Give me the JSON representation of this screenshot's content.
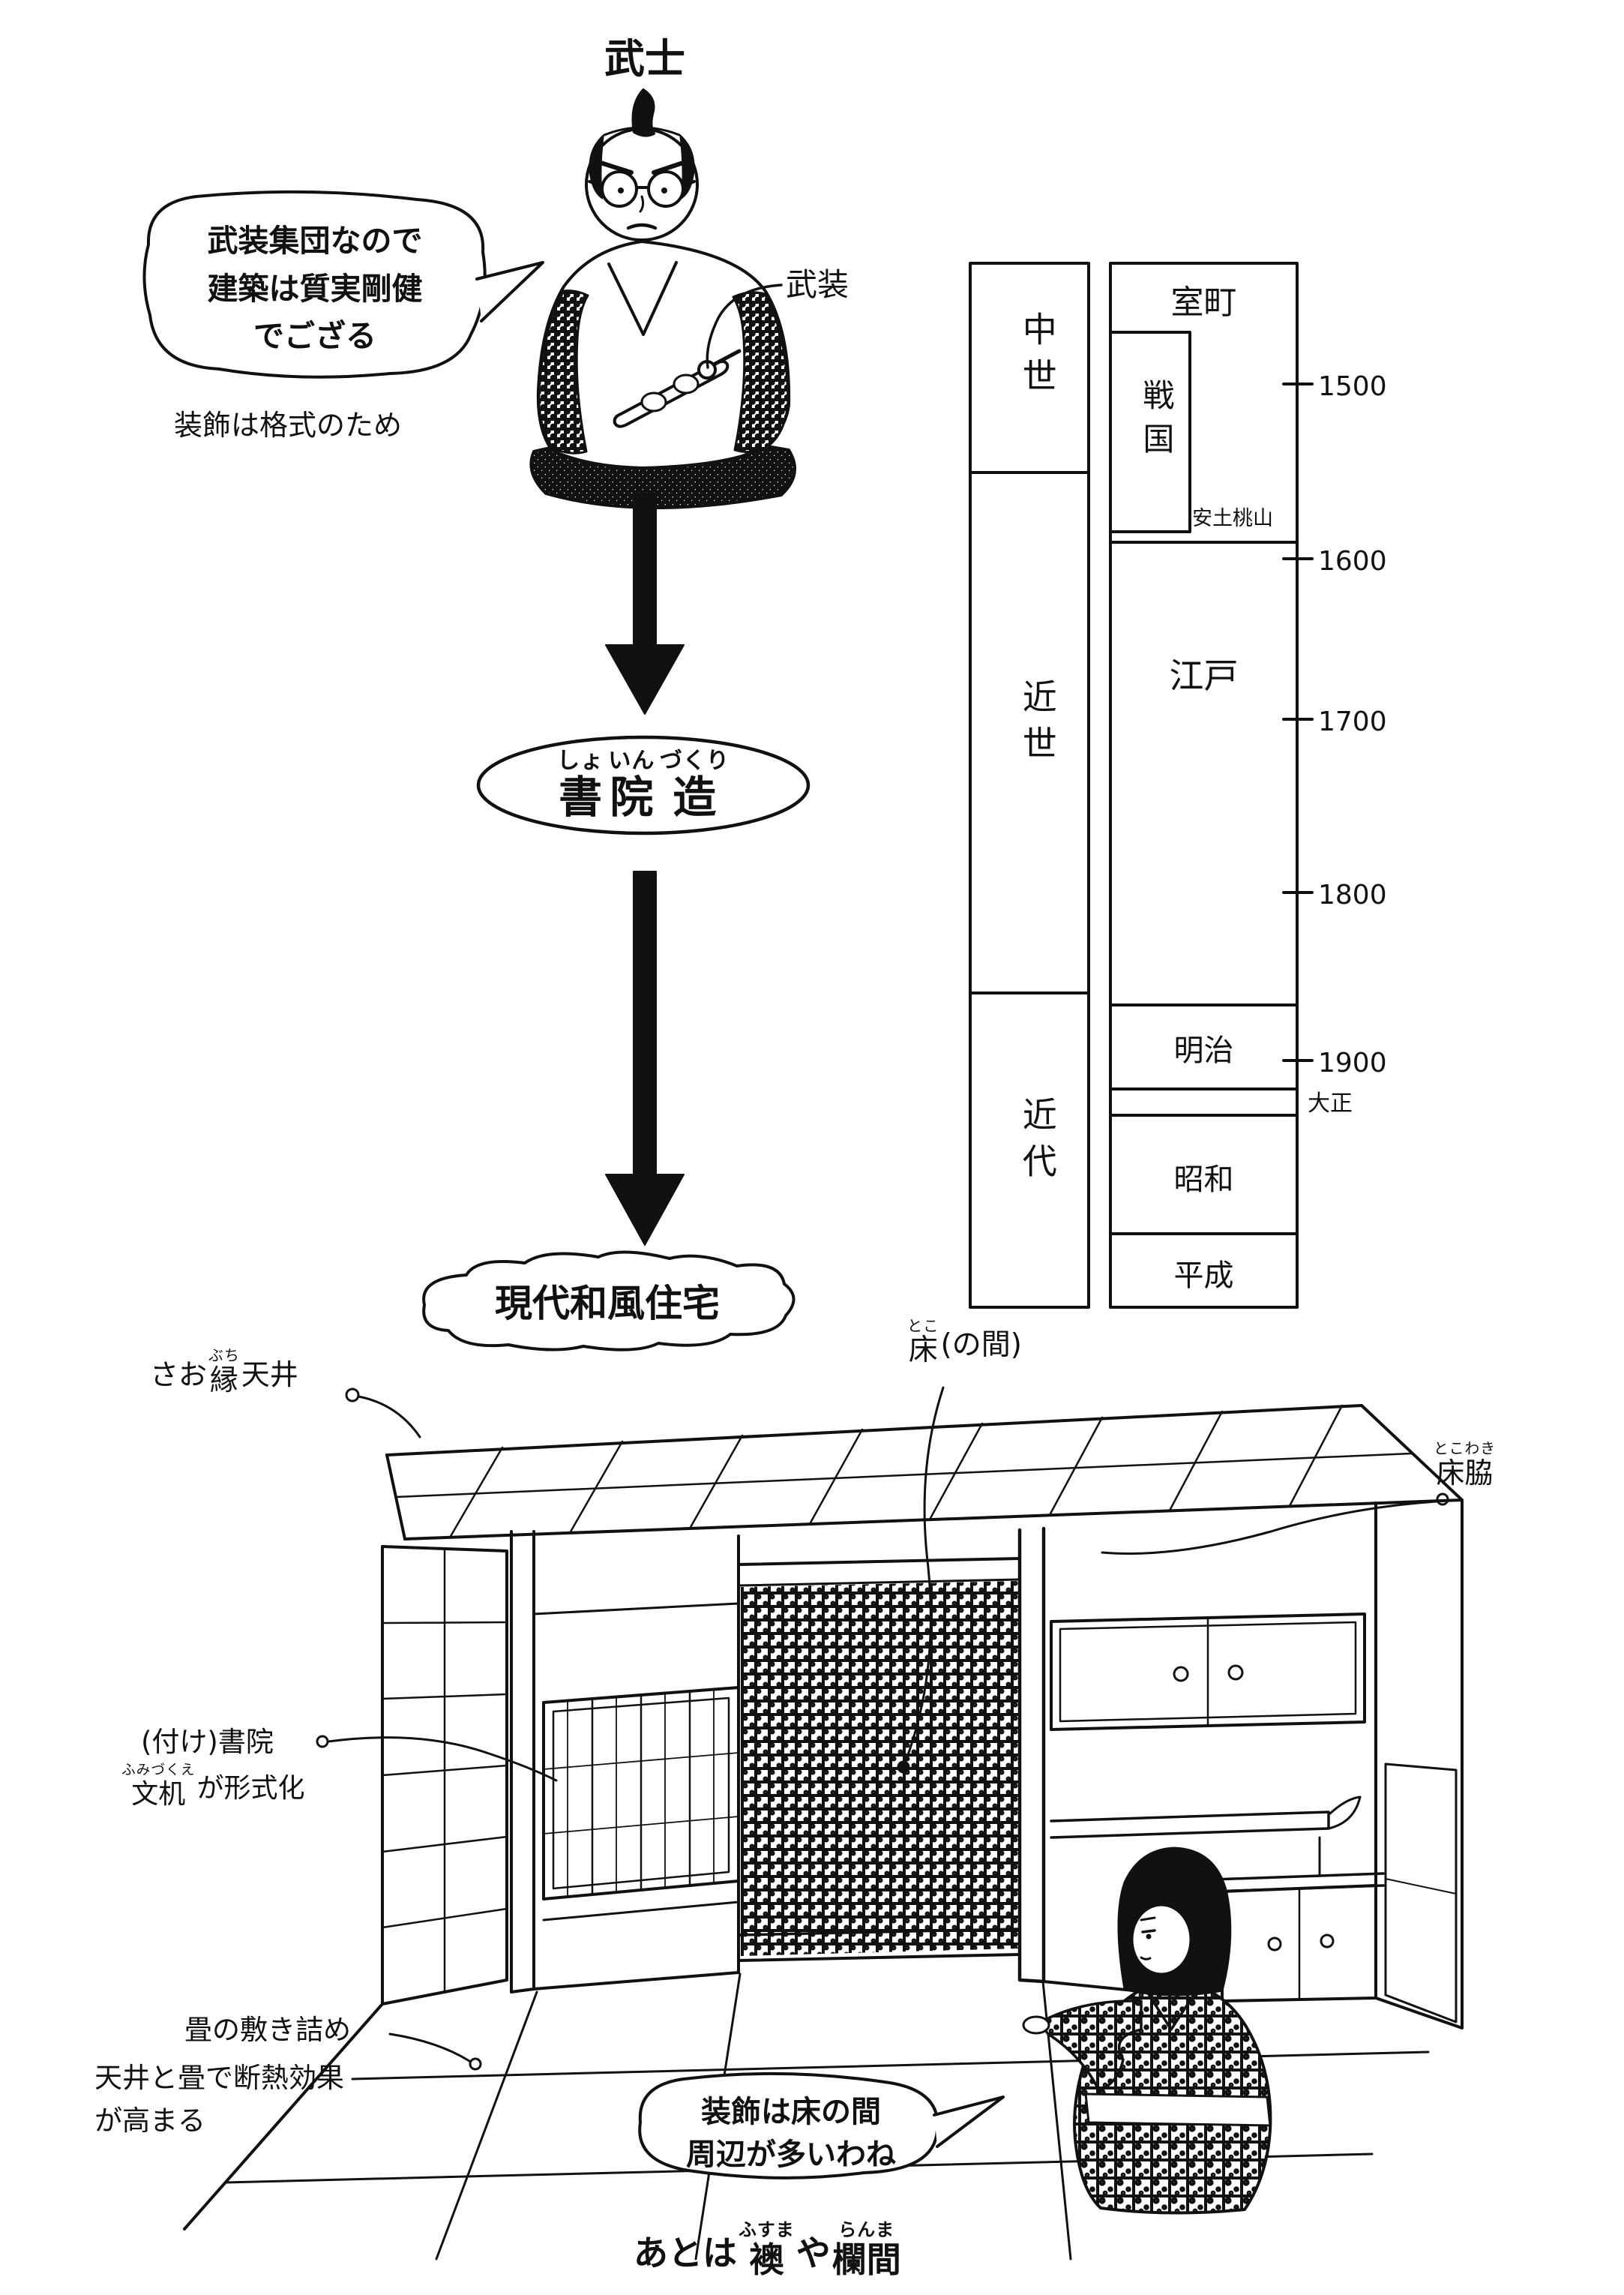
{
  "title": {
    "samurai": "武士"
  },
  "samurai": {
    "speech": "武装集団なので\n建築は質実剛健\nでござる",
    "armament_label": "武装",
    "decoration_note": "装飾は格式のため"
  },
  "flow": {
    "shoin": {
      "kanji": [
        "書",
        "院",
        "造"
      ],
      "furigana": [
        "しょ",
        "いん",
        "づくり"
      ]
    },
    "modern_label": "現代和風住宅"
  },
  "timeline": {
    "era_labels": [
      "中世",
      "近世",
      "近代"
    ],
    "period_muromachi": "室町",
    "period_sengoku": "戦国",
    "period_azuchimomoyama": "安土桃山",
    "period_edo": "江戸",
    "period_meiji": "明治",
    "period_taisho": "大正",
    "period_showa": "昭和",
    "period_heisei": "平成",
    "year_marks": [
      "1500",
      "1600",
      "1700",
      "1800",
      "1900"
    ]
  },
  "room": {
    "ceiling_label": {
      "pre": "さお",
      "kanji": "縁",
      "furigana": "ぶち",
      "post": "天井"
    },
    "toko_label": {
      "kanji": "床",
      "furigana": "とこ",
      "post": "(の間)"
    },
    "tokowaki_label": {
      "kanji": "床脇",
      "furigana": "とこわき"
    },
    "shoin_label": "(付け)書院",
    "desk_note": {
      "kanji": "文机",
      "furigana": "ふみづくえ",
      "post": "が形式化"
    },
    "tatami_note": "畳の敷き詰め",
    "insulation_note": "天井と畳で断熱効果\nが高まる",
    "girl_speech": "装飾は床の間\n周辺が多いわね",
    "bottom_note": {
      "pre": "あとは",
      "w1": "襖",
      "r1": "ふすま",
      "mid": "や",
      "w2": "欄間",
      "r2": "らんま"
    }
  }
}
